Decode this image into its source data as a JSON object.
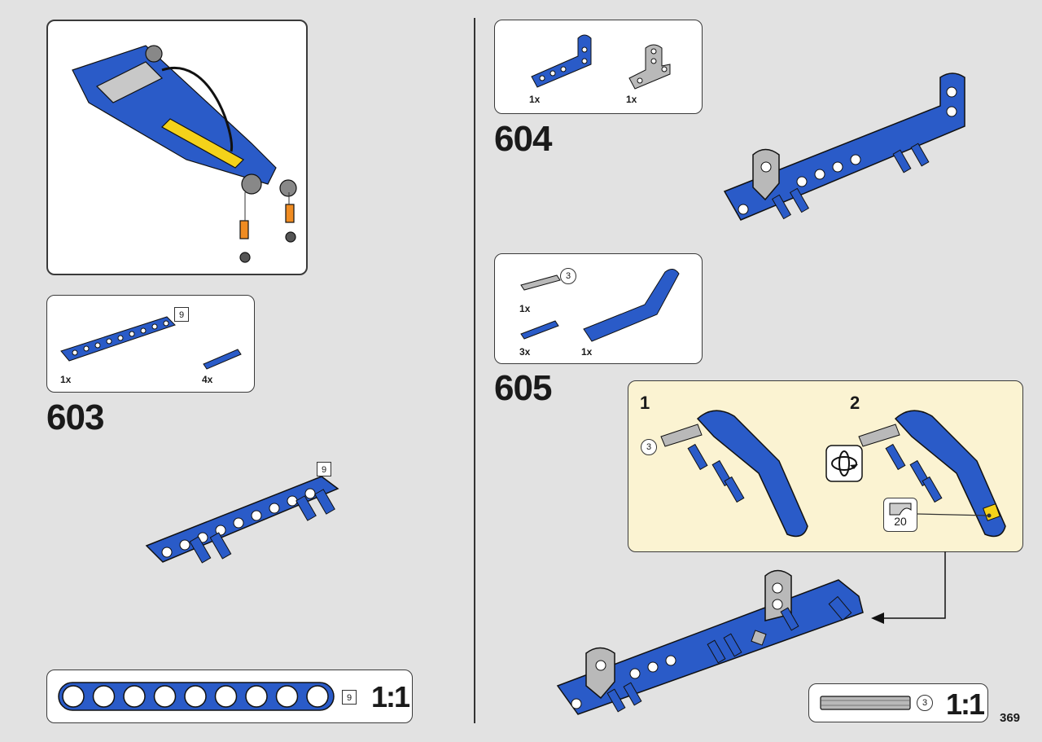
{
  "page_number": "369",
  "step_603": {
    "number": "603",
    "parts": [
      {
        "name": "blue-beam-9",
        "quantity": "1x",
        "size_label": "9"
      },
      {
        "name": "blue-axle-pin",
        "quantity": "4x"
      }
    ],
    "assembly_size_label": "9"
  },
  "step_604": {
    "number": "604",
    "parts": [
      {
        "name": "blue-l-beam",
        "quantity": "1x"
      },
      {
        "name": "gray-t-beam",
        "quantity": "1x"
      }
    ]
  },
  "step_605": {
    "number": "605",
    "parts": [
      {
        "name": "gray-axle-3",
        "quantity": "1x",
        "size_label": "3"
      },
      {
        "name": "blue-axle-pin",
        "quantity": "3x"
      },
      {
        "name": "blue-bent-beam",
        "quantity": "1x"
      }
    ],
    "substeps": [
      {
        "label": "1",
        "axle_size_label": "3"
      },
      {
        "label": "2",
        "sticker_number": "20"
      }
    ]
  },
  "scale_left": {
    "size_label": "9",
    "scale": "1:1"
  },
  "scale_right": {
    "size_label": "3",
    "scale": "1:1"
  },
  "colors": {
    "lego_blue": "#2a5bc8",
    "lego_gray": "#b9b9b9",
    "callout_bg": "#fbf3d2"
  }
}
